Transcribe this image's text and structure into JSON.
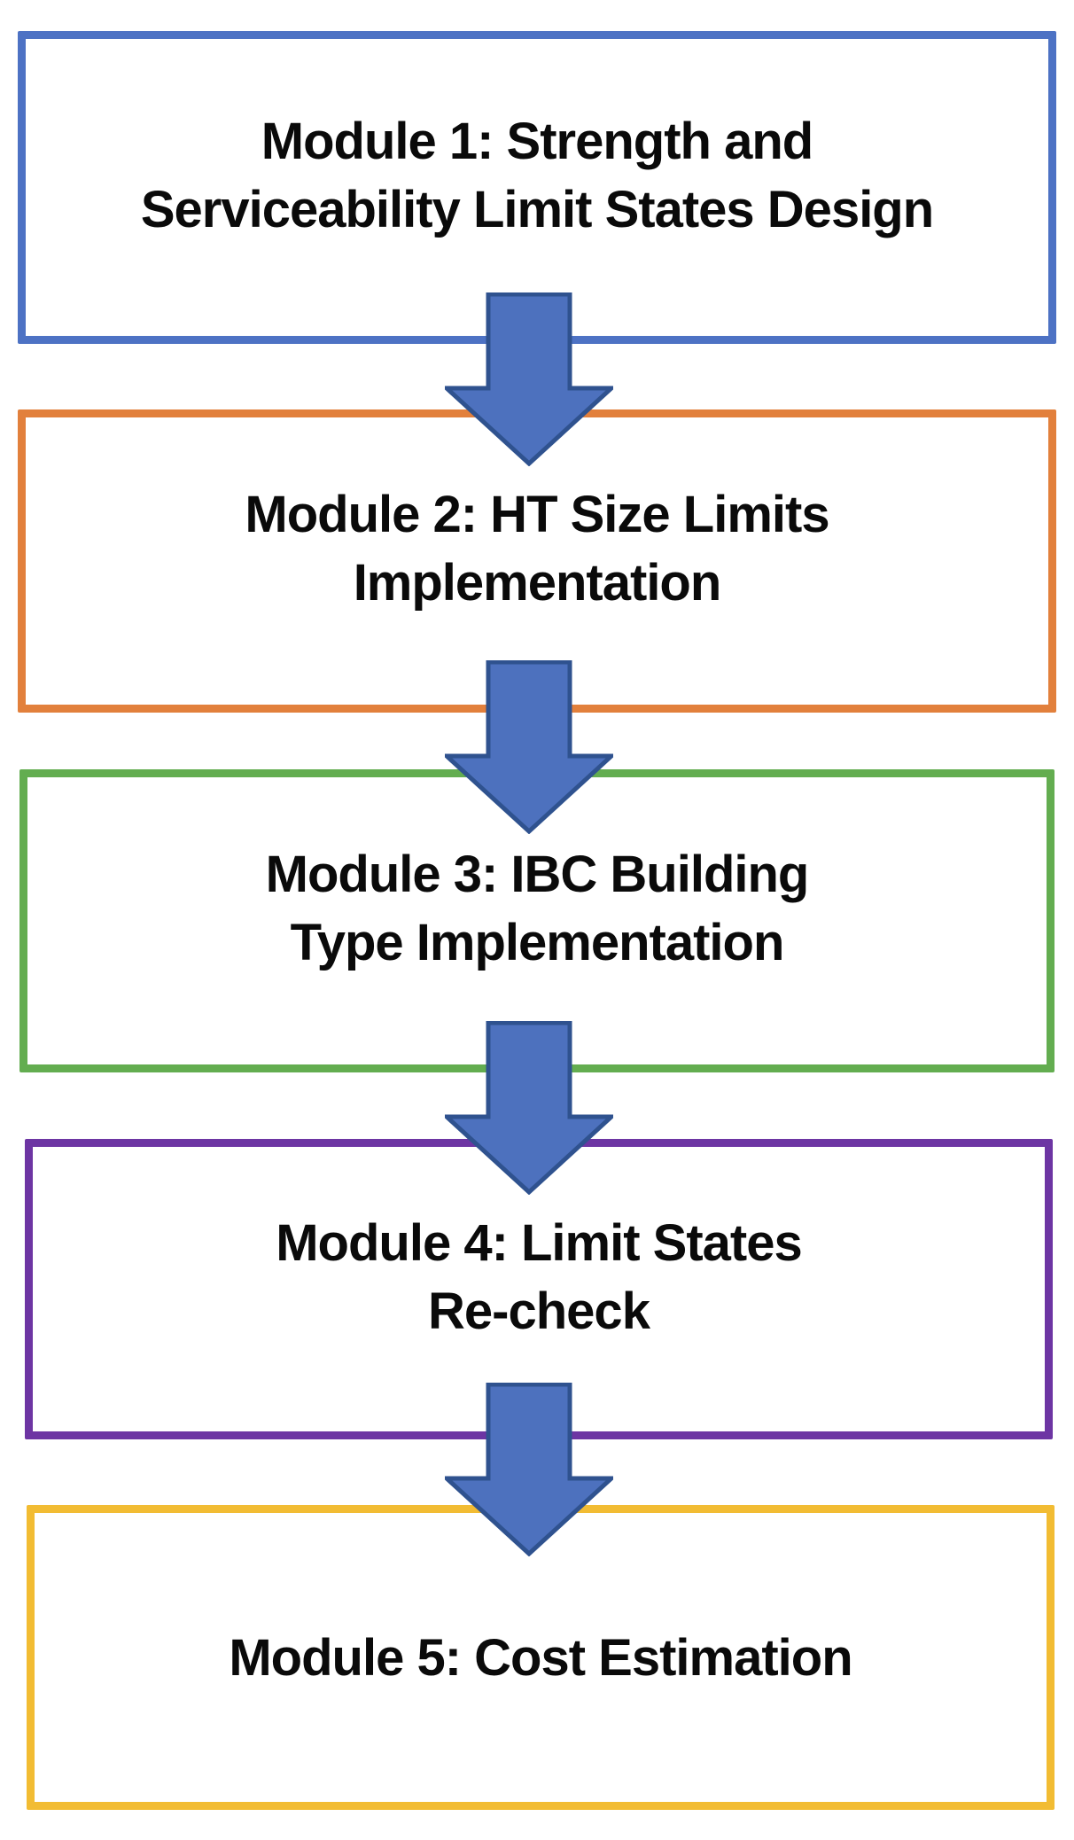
{
  "diagram": {
    "title": "Design workflow modules flowchart",
    "background_color": "#ffffff",
    "text_color": "#0a0a0a",
    "arrow": {
      "direction": "down",
      "fill": "#4D71BE",
      "stroke": "#2F528F"
    },
    "modules": [
      {
        "id": "module-1",
        "label": "Module 1: Strength and Serviceability Limit States Design",
        "lines": {
          "0": "Module 1: Strength and",
          "1": "Serviceability Limit States Design"
        },
        "border_color": "#4D72C4"
      },
      {
        "id": "module-2",
        "label": "Module 2: HT Size Limits Implementation",
        "lines": {
          "0": "Module 2: HT Size Limits",
          "1": "Implementation"
        },
        "border_color": "#E2803C"
      },
      {
        "id": "module-3",
        "label": "Module 3: IBC Building Type Implementation",
        "lines": {
          "0": "Module 3: IBC Building",
          "1": "Type Implementation"
        },
        "border_color": "#63AD50"
      },
      {
        "id": "module-4",
        "label": "Module 4: Limit States Re-check",
        "lines": {
          "0": "Module 4: Limit States",
          "1": "Re-check"
        },
        "border_color": "#6D35A3"
      },
      {
        "id": "module-5",
        "label": "Module 5: Cost Estimation",
        "lines": {
          "0": "Module 5: Cost Estimation"
        },
        "border_color": "#F2BC33"
      }
    ]
  }
}
